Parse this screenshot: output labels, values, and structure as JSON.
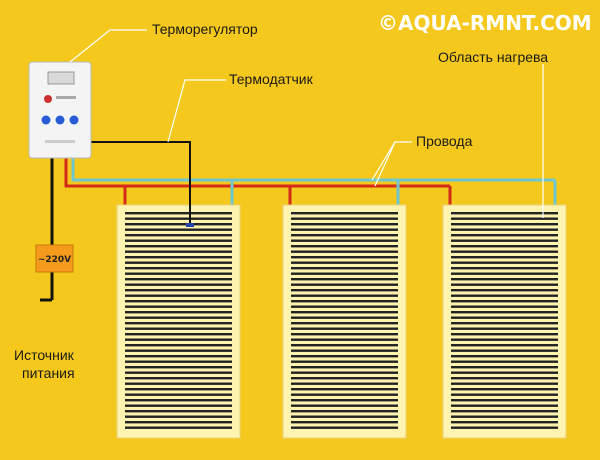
{
  "brand": "©AQUA-RMNT.COM",
  "labels": {
    "thermostat": "Терморегулятор",
    "sensor": "Термодатчик",
    "heating_area": "Область нагрева",
    "wires": "Провода",
    "power_source_line1": "Источник",
    "power_source_line2": "питания",
    "voltage": "~220V"
  },
  "panels": [
    {
      "name": "heating-film-1"
    },
    {
      "name": "heating-film-2"
    },
    {
      "name": "heating-film-3"
    }
  ],
  "colors": {
    "background": "#f5c81e",
    "red_wire": "#d42a1a",
    "cyan_wire": "#6ec7cf",
    "black_wire": "#111111",
    "film_border": "#fff3b0",
    "film_stripe": "#222222",
    "power_box": "#f59a1a"
  }
}
